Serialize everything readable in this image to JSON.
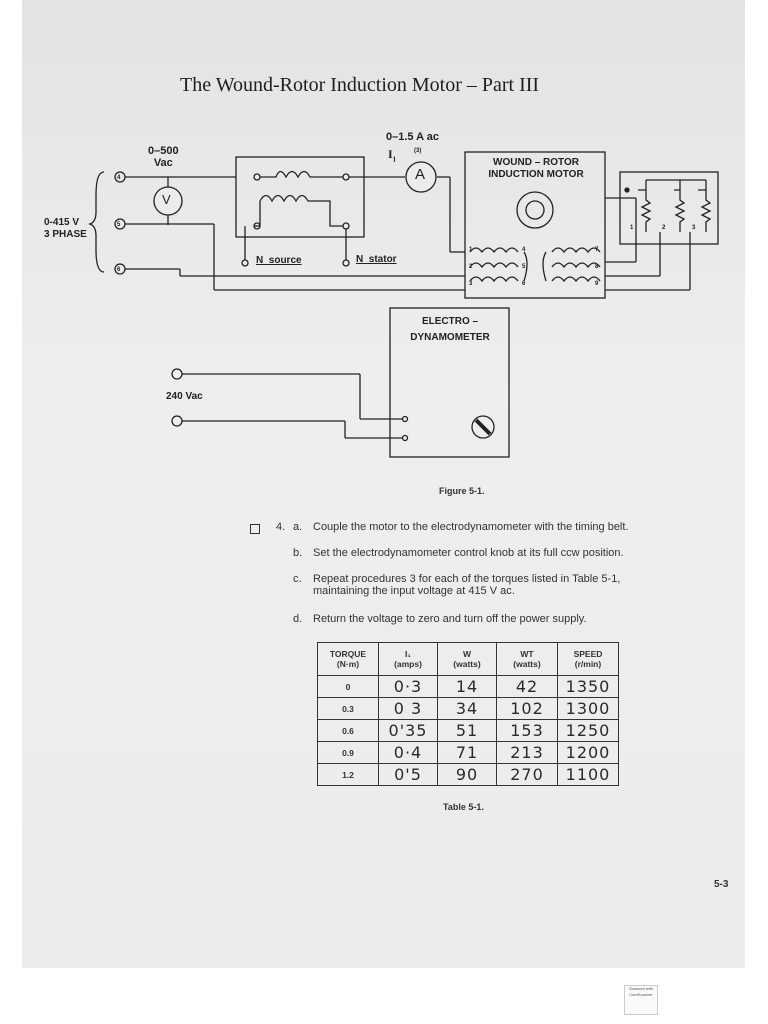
{
  "page": {
    "title": "The Wound-Rotor Induction Motor – Part III",
    "page_number": "5-3",
    "scanner_mark": "Scanned with CamScanner"
  },
  "figure": {
    "caption": "Figure 5-1.",
    "voltmeter_range": [
      "0–500",
      "Vac"
    ],
    "ammeter_range": "0–1.5 A ac",
    "ammeter_label": "I",
    "ammeter_sub": "1",
    "ammeter_index": "(3)",
    "voltmeter_symbol": "V",
    "ammeter_symbol": "A",
    "supply_label": [
      "0-415 V",
      "3 PHASE"
    ],
    "terminal_4": "4",
    "terminal_5": "5",
    "terminal_6": "6",
    "n_source": "N_source",
    "n_stator": "N_stator",
    "motor_label": [
      "WOUND – ROTOR",
      "INDUCTION MOTOR"
    ],
    "dynamometer_label": [
      "ELECTRO –",
      "DYNAMOMETER"
    ],
    "dc_supply": "240 Vac",
    "stator_terminals": [
      "1",
      "2",
      "3",
      "4",
      "5",
      "6",
      "7",
      "8",
      "9"
    ],
    "rotor_terminals": [
      "1",
      "2",
      "3"
    ]
  },
  "steps": {
    "number": "4.",
    "items": [
      {
        "letter": "a.",
        "text": "Couple the motor to the electrodynamometer with the timing belt."
      },
      {
        "letter": "b.",
        "text": "Set the electrodynamometer control knob at its full ccw position."
      },
      {
        "letter": "c.",
        "text": "Repeat procedures 3 for each of the torques listed in Table 5-1,",
        "text2": "maintaining the input voltage at 415 V ac."
      },
      {
        "letter": "d.",
        "text": "Return the voltage to zero and turn off the power supply."
      }
    ]
  },
  "table": {
    "caption": "Table 5-1.",
    "headers": [
      {
        "line1": "TORQUE",
        "line2": "(N·m)"
      },
      {
        "line1": "I₁",
        "line2": "(amps)"
      },
      {
        "line1": "W",
        "line2": "(watts)"
      },
      {
        "line1": "WT",
        "line2": "(watts)"
      },
      {
        "line1": "SPEED",
        "line2": "(r/min)"
      }
    ],
    "rows": [
      {
        "torque": "0",
        "i1": "0·3",
        "w": "14",
        "wt": "42",
        "speed": "1350"
      },
      {
        "torque": "0.3",
        "i1": "0 3",
        "w": "34",
        "wt": "102",
        "speed": "1300"
      },
      {
        "torque": "0.6",
        "i1": "0'35",
        "w": "51",
        "wt": "153",
        "speed": "1250"
      },
      {
        "torque": "0.9",
        "i1": "0·4",
        "w": "71",
        "wt": "213",
        "speed": "1200"
      },
      {
        "torque": "1.2",
        "i1": "0'5",
        "w": "90",
        "wt": "270",
        "speed": "1100"
      }
    ]
  }
}
